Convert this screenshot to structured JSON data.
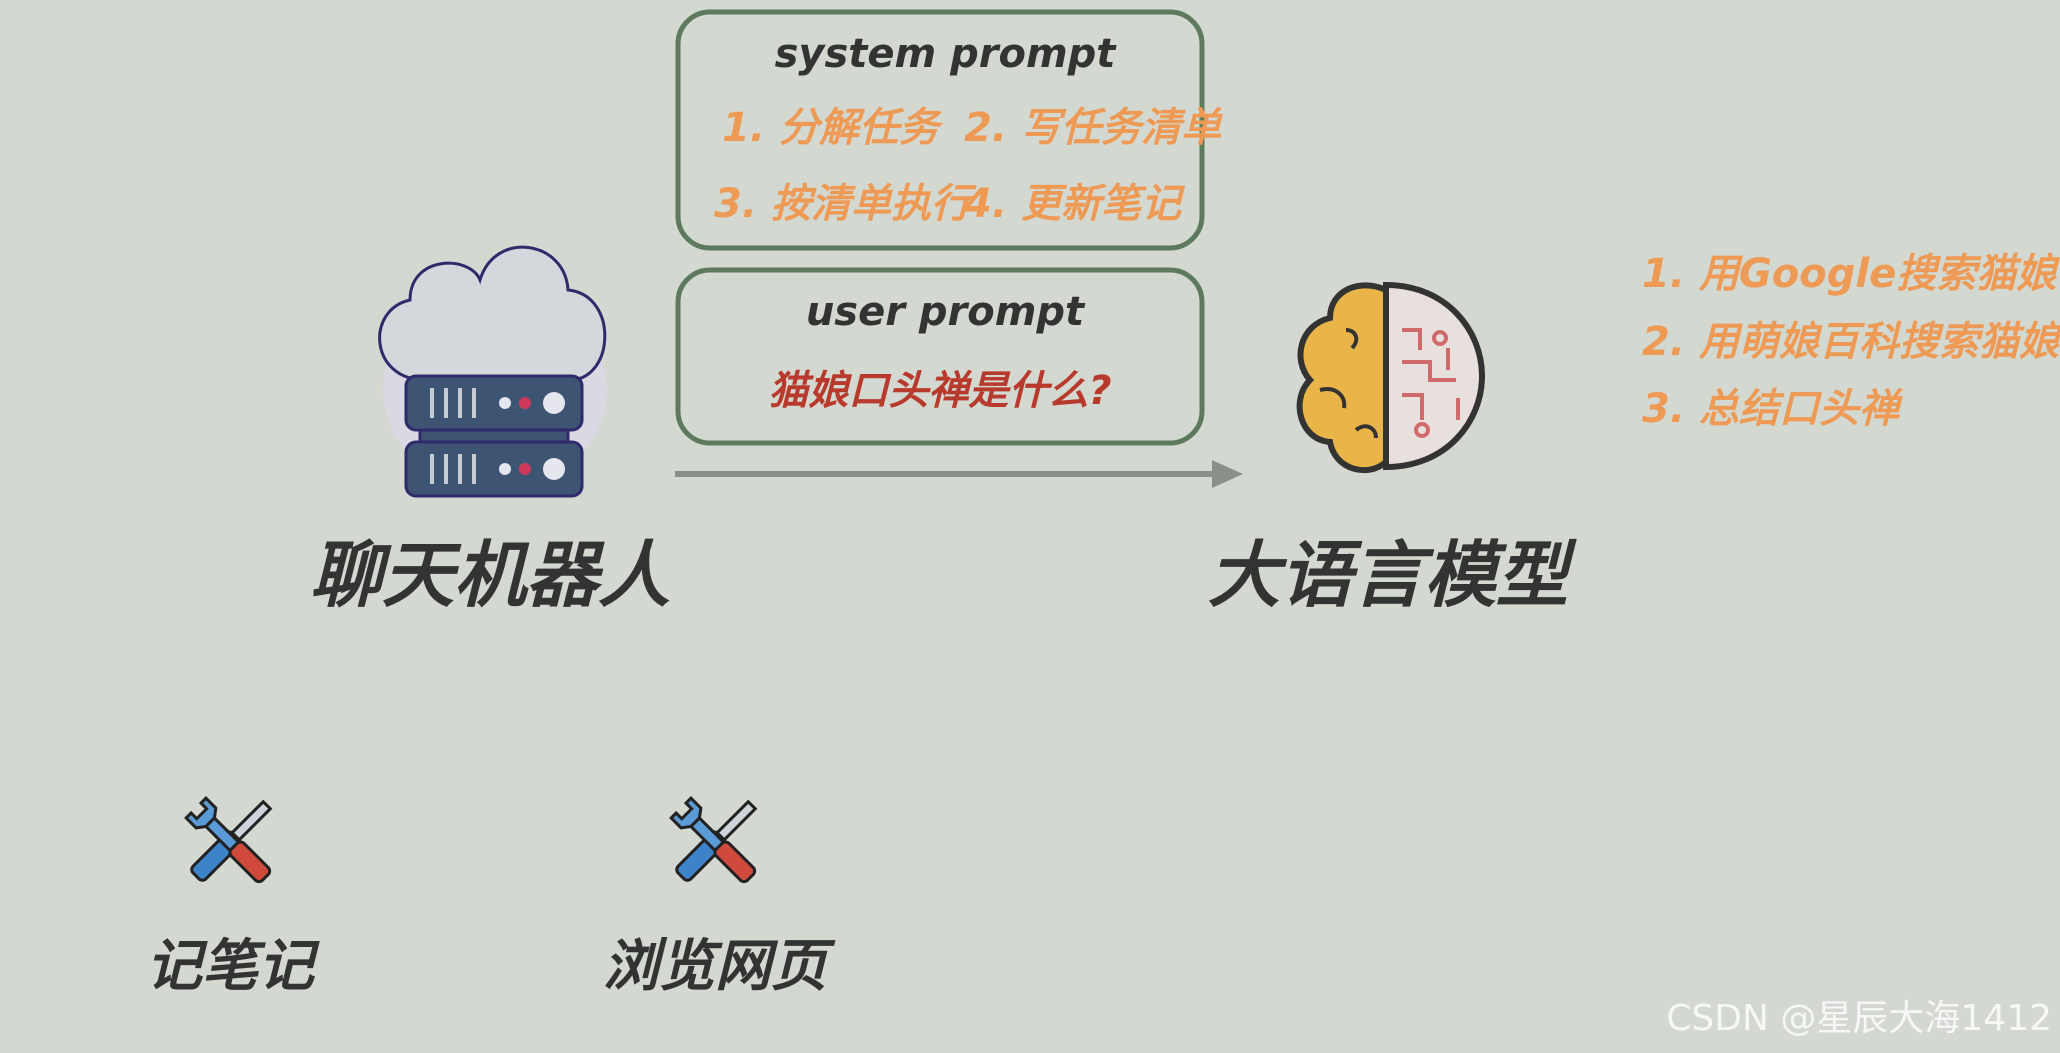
{
  "system_prompt": {
    "title": "system prompt",
    "items": [
      "1. 分解任务",
      "2. 写任务清单",
      "3. 按清单执行",
      "4. 更新笔记"
    ]
  },
  "user_prompt": {
    "title": "user prompt",
    "question": "猫娘口头禅是什么?"
  },
  "chatbot": {
    "label": "聊天机器人"
  },
  "llm": {
    "label": "大语言模型"
  },
  "plan": {
    "items": [
      "1. 用Google搜索猫娘",
      "2. 用萌娘百科搜索猫娘",
      "3. 总结口头禅"
    ]
  },
  "tools": [
    {
      "label": "记笔记"
    },
    {
      "label": "浏览网页"
    }
  ],
  "watermark": "CSDN @星辰大海1412",
  "colors": {
    "background": "#d3d8d0",
    "box_border": "#5e7a5c",
    "orange_text": "#ee9a55",
    "red_text": "#b83a2c",
    "dark_text": "#333333",
    "arrow": "#8a8f8a"
  }
}
